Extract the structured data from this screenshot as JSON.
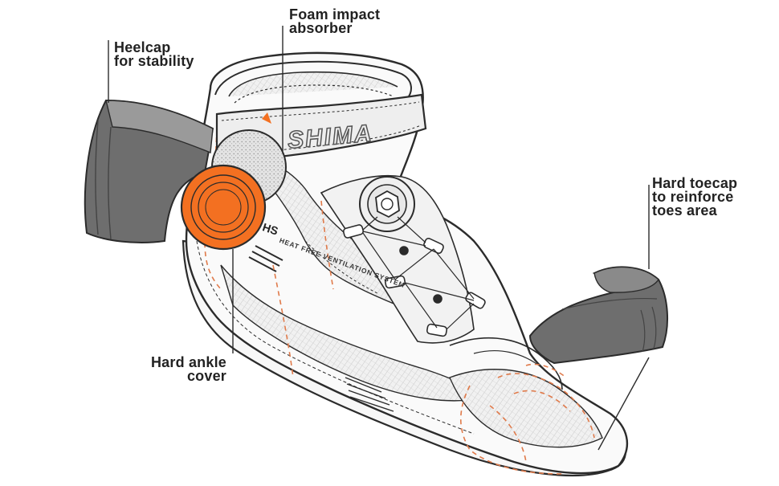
{
  "labels": {
    "foam": [
      "Foam impact",
      "absorber"
    ],
    "heelcap": [
      "Heelcap",
      "for stability"
    ],
    "toecap": [
      "Hard toecap",
      "to reinforce",
      "toes area"
    ],
    "ankle": [
      "Hard ankle",
      "cover"
    ]
  },
  "boot_text": {
    "brand": "SHIMA",
    "system": "HEAT FREE VENTILATION SYSTEM",
    "badge": "HS"
  },
  "colors": {
    "line": "#2b2b2b",
    "accent_orange": "#f37021",
    "orange_dash": "#e07a4a",
    "gray_dark": "#6b6b6b",
    "gray_fill": "#e9e9e9",
    "foam": "#dadada"
  }
}
